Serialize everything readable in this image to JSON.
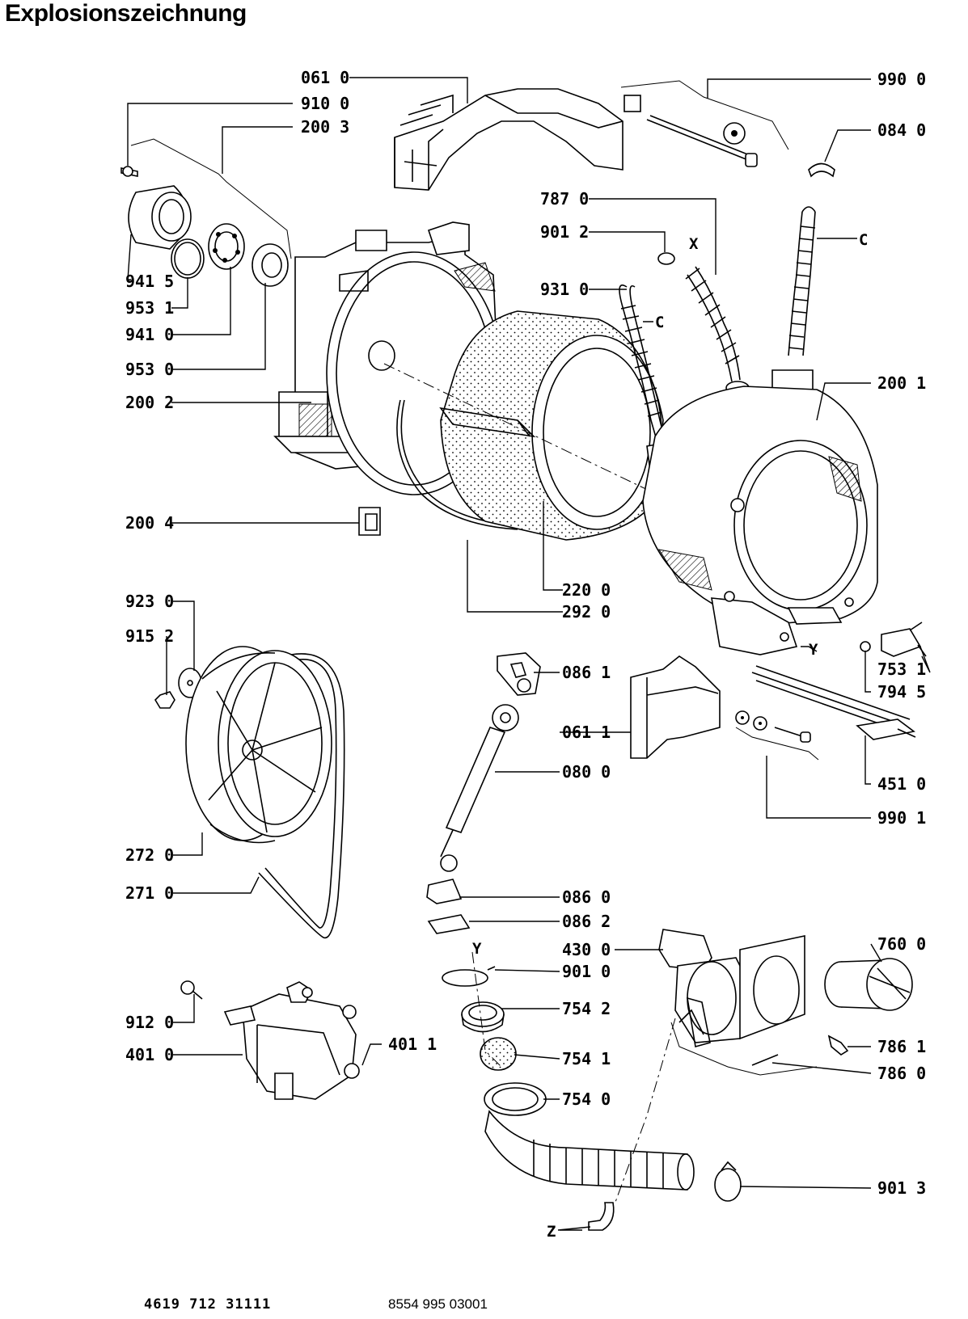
{
  "title": "Explosionszeichnung",
  "footer": {
    "left_code": "4619 712 31111",
    "right_code": "8554 995 03001"
  },
  "parts": {
    "p0610": "061 0",
    "p9100": "910 0",
    "p2003": "200 3",
    "p9415": "941 5",
    "p9531": "953 1",
    "p9410": "941 0",
    "p9530": "953 0",
    "p2002": "200 2",
    "p2004": "200 4",
    "p9900": "990 0",
    "p0840": "084 0",
    "p7870": "787 0",
    "p9012": "901 2",
    "p9310": "931 0",
    "p2001": "200 1",
    "p2200": "220 0",
    "p2920": "292 0",
    "p9230": "923 0",
    "p9152": "915 2",
    "p0861": "086 1",
    "p0611": "061 1",
    "p0800": "080 0",
    "p7531": "753 1",
    "p7945": "794 5",
    "p4510": "451 0",
    "p9901": "990 1",
    "p2720": "272 0",
    "p2710": "271 0",
    "p0860": "086 0",
    "p0862": "086 2",
    "p4300": "430 0",
    "p9010": "901 0",
    "p7542": "754 2",
    "p7541": "754 1",
    "p7540": "754 0",
    "p7600": "760 0",
    "p7861": "786 1",
    "p7860": "786 0",
    "p9013": "901 3",
    "p9120": "912 0",
    "p4010": "401 0",
    "p4011": "401 1"
  },
  "markers": {
    "x": "X",
    "c1": "C",
    "c2": "C",
    "y1": "Y",
    "y2": "Y",
    "z": "Z"
  }
}
